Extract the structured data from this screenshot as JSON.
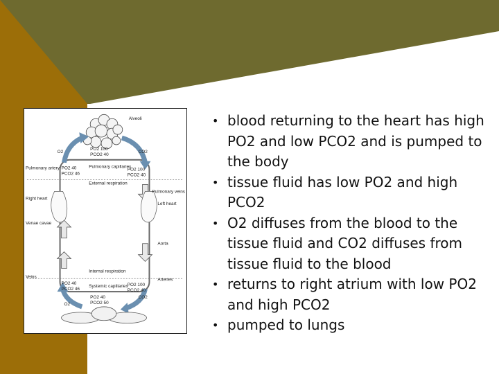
{
  "colors": {
    "olive": "#6e6a2f",
    "brown": "#9c6e08",
    "background": "#ffffff"
  },
  "figure": {
    "labels": {
      "alveoli": "Alveoli",
      "pulmonary_capillaries": "Pulmonary capillaries",
      "external_respiration": "External respiration",
      "pulmonary_artery": "Pulmonary artery",
      "pulmonary_veins": "Pulmonary veins",
      "right_heart": "Right heart",
      "left_heart": "Left heart",
      "venae_cavae": "Venae cavae",
      "aorta": "Aorta",
      "veins": "Veins",
      "arteries": "Arteries",
      "internal_respiration": "Internal respiration",
      "systemic_capillaries": "Systemic capillaries",
      "alv_po2": "PO2 100",
      "alv_pco2": "PCO2 40",
      "pa_po2": "PO2 40",
      "pa_pco2": "PCO2 46",
      "pv_po2": "PO2 100",
      "pv_pco2": "PCO2 40",
      "sv_po2": "PO2 40",
      "sv_pco2": "PCO2 46",
      "sa_po2": "PO2 100",
      "sa_pco2": "PCO2 40",
      "tis_po2": "PO2 40",
      "tis_pco2": "PCO2 50",
      "o2_top_left": "O2",
      "co2_top_right": "CO2",
      "co2_bottom_left": "O2",
      "o2_bottom_right": "CO2"
    }
  },
  "bullets": [
    "blood returning to the heart has high PO2 and low PCO2 and is pumped to the body",
    "tissue fluid has low PO2 and high PCO2",
    "O2 diffuses from the blood to the tissue fluid and CO2 diffuses from tissue fluid to the blood",
    "returns to right atrium with low PO2 and high PCO2",
    "pumped to lungs"
  ],
  "bullet_symbol": "•"
}
